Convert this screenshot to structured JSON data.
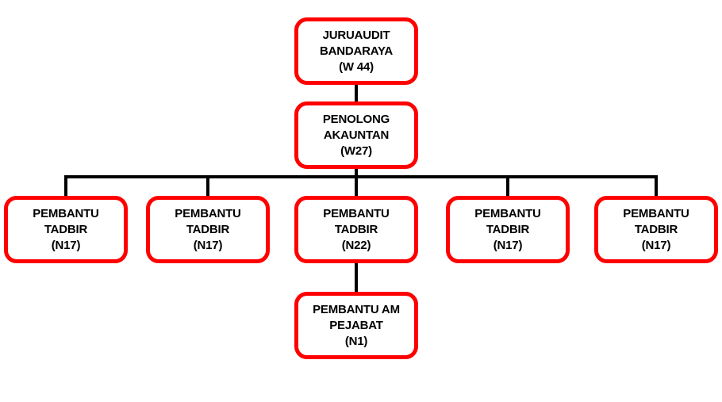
{
  "colors": {
    "node-border": "#ff0000",
    "node-text": "#000000",
    "connector": "#000000",
    "background": "#ffffff"
  },
  "org_chart": {
    "type": "org-chart",
    "nodes": {
      "juruaudit_bandaraya": {
        "label": "JURUAUDIT BANDARAYA (W 44)",
        "lines": [
          "JURUAUDIT",
          "BANDARAYA",
          "(W 44)"
        ]
      },
      "penolong_akauntan": {
        "label": "PENOLONG AKAUNTAN (W27)",
        "lines": [
          "PENOLONG",
          "AKAUNTAN",
          "(W27)"
        ]
      },
      "pembantu_tadbir_1": {
        "label": "PEMBANTU TADBIR (N17)",
        "lines": [
          "PEMBANTU",
          "TADBIR",
          "(N17)"
        ]
      },
      "pembantu_tadbir_2": {
        "label": "PEMBANTU TADBIR (N17)",
        "lines": [
          "PEMBANTU",
          "TADBIR",
          "(N17)"
        ]
      },
      "pembantu_tadbir_3": {
        "label": "PEMBANTU TADBIR (N22)",
        "lines": [
          "PEMBANTU",
          "TADBIR",
          "(N22)"
        ]
      },
      "pembantu_tadbir_4": {
        "label": "PEMBANTU TADBIR (N17)",
        "lines": [
          "PEMBANTU",
          "TADBIR",
          "(N17)"
        ]
      },
      "pembantu_tadbir_5": {
        "label": "PEMBANTU TADBIR (N17)",
        "lines": [
          "PEMBANTU",
          "TADBIR",
          "(N17)"
        ]
      },
      "pembantu_am_pejabat": {
        "label": "PEMBANTU AM PEJABAT (N1)",
        "lines": [
          "PEMBANTU AM",
          "PEJABAT",
          "(N1)"
        ]
      }
    },
    "edges": [
      {
        "from": "juruaudit_bandaraya",
        "to": "penolong_akauntan"
      },
      {
        "from": "penolong_akauntan",
        "to": "pembantu_tadbir_1"
      },
      {
        "from": "penolong_akauntan",
        "to": "pembantu_tadbir_2"
      },
      {
        "from": "penolong_akauntan",
        "to": "pembantu_tadbir_3"
      },
      {
        "from": "penolong_akauntan",
        "to": "pembantu_tadbir_4"
      },
      {
        "from": "penolong_akauntan",
        "to": "pembantu_tadbir_5"
      },
      {
        "from": "pembantu_tadbir_3",
        "to": "pembantu_am_pejabat"
      }
    ]
  }
}
